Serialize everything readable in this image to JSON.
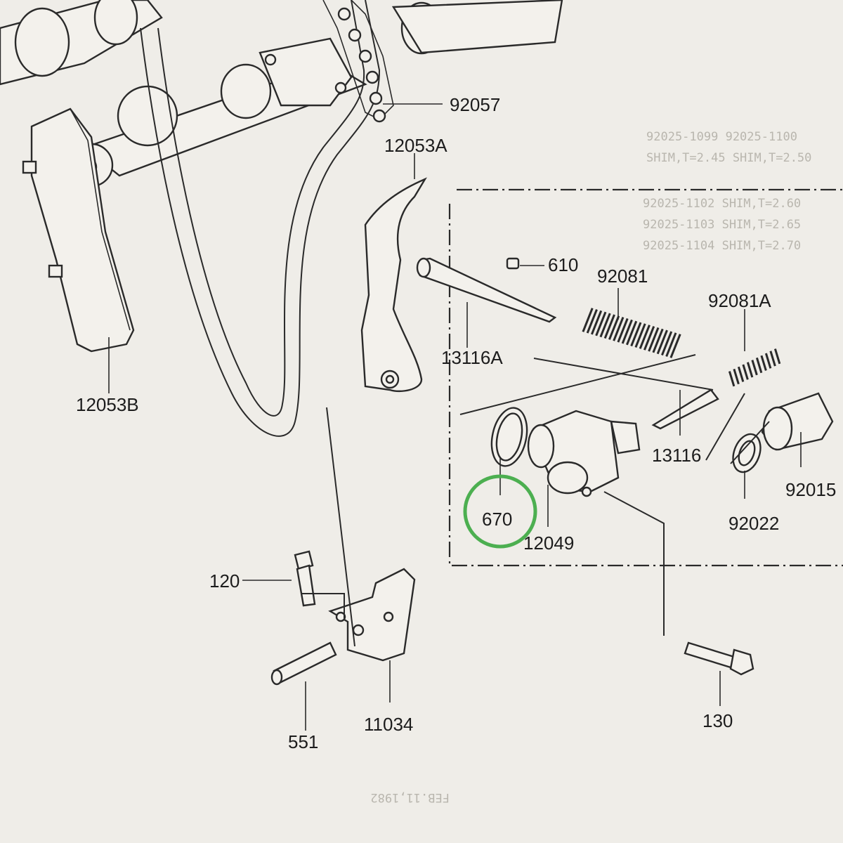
{
  "diagram": {
    "highlight_color": "#4caf50",
    "labels": {
      "p92057": "92057",
      "p12053A": "12053A",
      "p610": "610",
      "p92081": "92081",
      "p92081A": "92081A",
      "p13116A": "13116A",
      "p12053B": "12053B",
      "p13116": "13116",
      "p92015": "92015",
      "p670": "670",
      "p12049": "12049",
      "p92022": "92022",
      "p120": "120",
      "p11034": "11034",
      "p551": "551",
      "p130": "130"
    },
    "ghost_text": [
      "92025-1099 92025-1100",
      "SHIM,T=2.45  SHIM,T=2.50",
      "92025-1102 SHIM,T=2.60",
      "92025-1103 SHIM,T=2.65",
      "92025-1104 SHIM,T=2.70",
      "FEB.11,1982"
    ]
  }
}
